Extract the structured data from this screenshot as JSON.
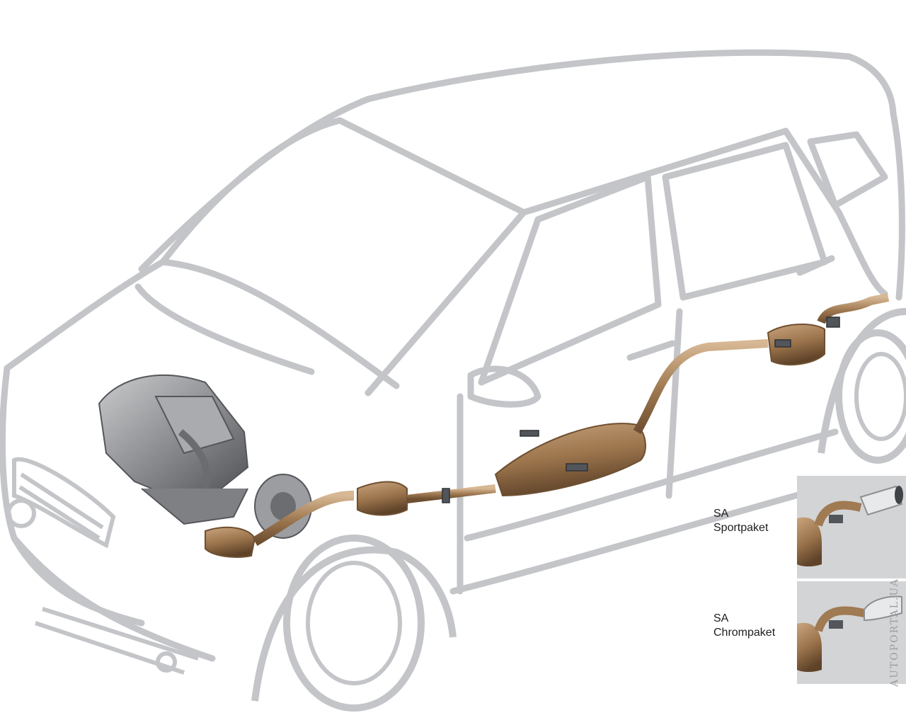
{
  "variants": [
    {
      "label": "SA\nSportpaket",
      "tip": "sport-tip"
    },
    {
      "label": "SA\nChrompaket",
      "tip": "chrome-tip"
    }
  ],
  "watermark": "AUTOPORTAL.UA",
  "colors": {
    "car_outline": "#c3c5c8",
    "car_outline_dark": "#aeb1b5",
    "exhaust": "#a07a52",
    "exhaust_dark": "#6e4f31",
    "exhaust_light": "#d7b894",
    "engine": "#8c8e91",
    "engine_dark": "#55575a",
    "inset_bg": "#d3d4d6",
    "chrome": "#e8e9ea"
  }
}
